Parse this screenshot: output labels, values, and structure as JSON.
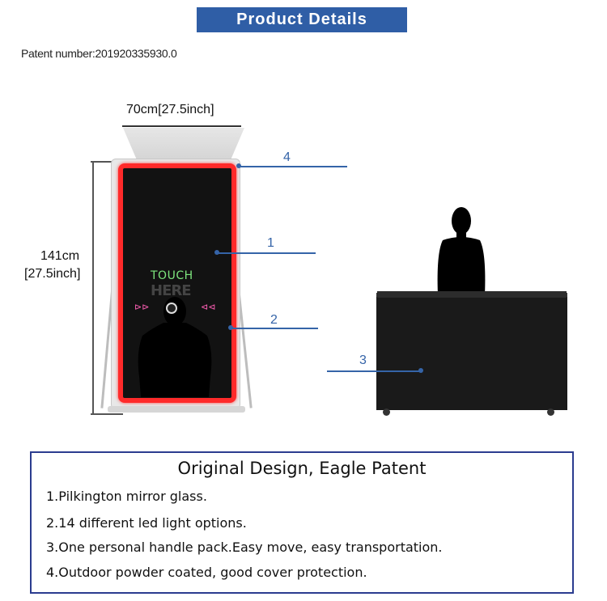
{
  "header": {
    "banner_title": "Product Details"
  },
  "patent": {
    "label": "Patent number:",
    "number": "201920335930.0"
  },
  "dimensions": {
    "width_label": "70cm[27.5inch]",
    "height_label_line1": "141cm",
    "height_label_line2": "[27.5inch]"
  },
  "screen": {
    "touch_text": "TOUCH",
    "here_text": "HERE",
    "arrow_left": "⊳⊳",
    "arrow_right": "⊲⊲"
  },
  "callouts": [
    "1",
    "2",
    "3",
    "4"
  ],
  "features_box": {
    "title": "Original Design, Eagle Patent",
    "items": [
      "1.Pilkington mirror glass.",
      "2.14 different led light options.",
      "3.One personal handle pack.Easy move, easy transportation.",
      "4.Outdoor powder coated, good cover protection."
    ]
  },
  "colors": {
    "banner": "#2f5ea6",
    "callout": "#3564a8",
    "led_frame": "#ff2a2a",
    "box_border": "#2b3c8f"
  }
}
